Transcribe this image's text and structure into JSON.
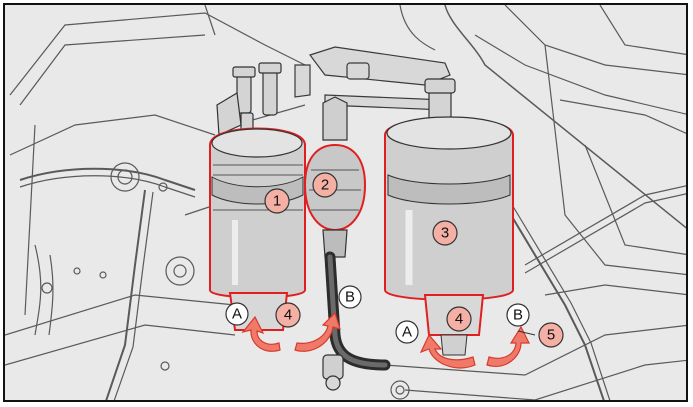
{
  "colors": {
    "background": "#e9e9e9",
    "line": "#4a4a4a",
    "highlight_red": "#e02020",
    "arrow_fill": "#f07a6a",
    "arrow_stroke": "#d83a2a",
    "callout_fill_component": "#f4b0a4",
    "callout_fill_plain": "#ffffff"
  },
  "callouts": {
    "c1": "1",
    "c2": "2",
    "c3": "3",
    "c4_left": "4",
    "c4_right": "4",
    "c5": "5",
    "a_left": "A",
    "b_left": "B",
    "a_right": "A",
    "b_right": "B"
  }
}
